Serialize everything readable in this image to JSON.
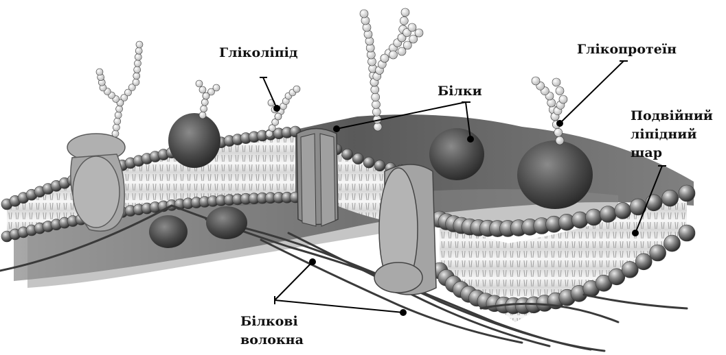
{
  "labels": {
    "glycolipid": "Гліколіпід",
    "glycoprotein": "Глікопротеїн",
    "proteins": "Білки",
    "bilayer_line1": "Подвійний",
    "bilayer_line2": "ліпідний",
    "bilayer_line3": "шар",
    "fibers_line1": "Білкові",
    "fibers_line2": "волокна"
  },
  "colors": {
    "lipid_head": "#7c7c7c",
    "protein_light": "#a9a9a9",
    "protein_dark": "#555555",
    "sugar_chain": "#e2e2e2",
    "tail": "#f2f2f2",
    "leader": "#000000"
  }
}
